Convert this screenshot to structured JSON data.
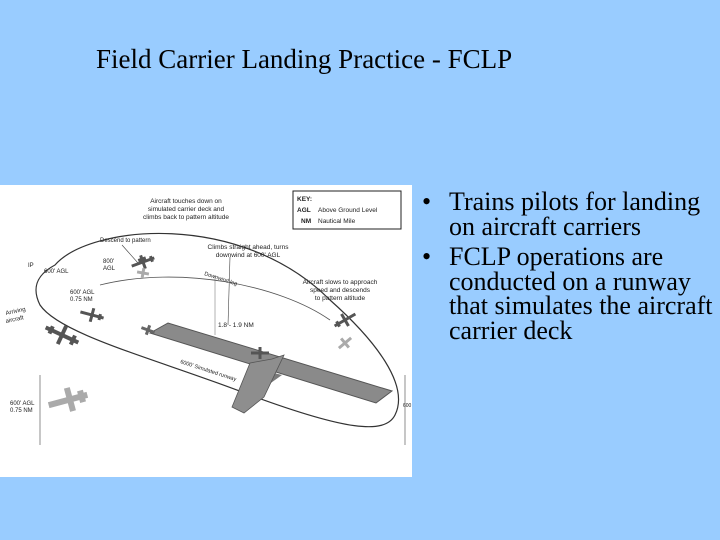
{
  "slide": {
    "title": "Field Carrier Landing Practice - FCLP",
    "bullets": [
      "Trains pilots for landing on aircraft carriers",
      "FCLP operations are conducted on a runway that simulates the aircraft carrier deck"
    ],
    "bullet_glyph": "•"
  },
  "diagram": {
    "key_title": "KEY:",
    "key_rows": [
      {
        "abbr": "AGL",
        "meaning": "Above Ground Level"
      },
      {
        "abbr": "NM",
        "meaning": "Nautical Mile"
      }
    ],
    "annotations": {
      "touch_down_1": "Aircraft touches down on",
      "touch_down_2": "simulated carrier deck and",
      "touch_down_3": "climbs back to pattern altitude",
      "descend": "Descend to pattern",
      "alt_800_1": "800'",
      "alt_800_2": "AGL",
      "alt_600_left": "600' AGL",
      "ip": "IP",
      "climb_1": "Climbs straight ahead, turns",
      "climb_2": "downwind at 600' AGL",
      "downwind": "Downwind leg",
      "slow_1": "Aircraft slows to approach",
      "slow_2": "speed and descends",
      "slow_3": "to pattern altitude",
      "alt_600_mid_1": "600' AGL",
      "alt_600_mid_2": "0.75 NM",
      "arriving_1": "Arriving",
      "arriving_2": "aircraft",
      "distance": "1.8 - 1.9 NM",
      "runway": "6000' Simulated runway",
      "alt_600_low_1": "600' AGL",
      "alt_600_low_2": "0.75 NM",
      "right_edge": "600"
    },
    "colors": {
      "runway": "#8a8a8a",
      "runway_edge": "#555555",
      "aircraft": "#555555",
      "aircraft_light": "#aaaaaa",
      "pattern": "#333333"
    }
  }
}
